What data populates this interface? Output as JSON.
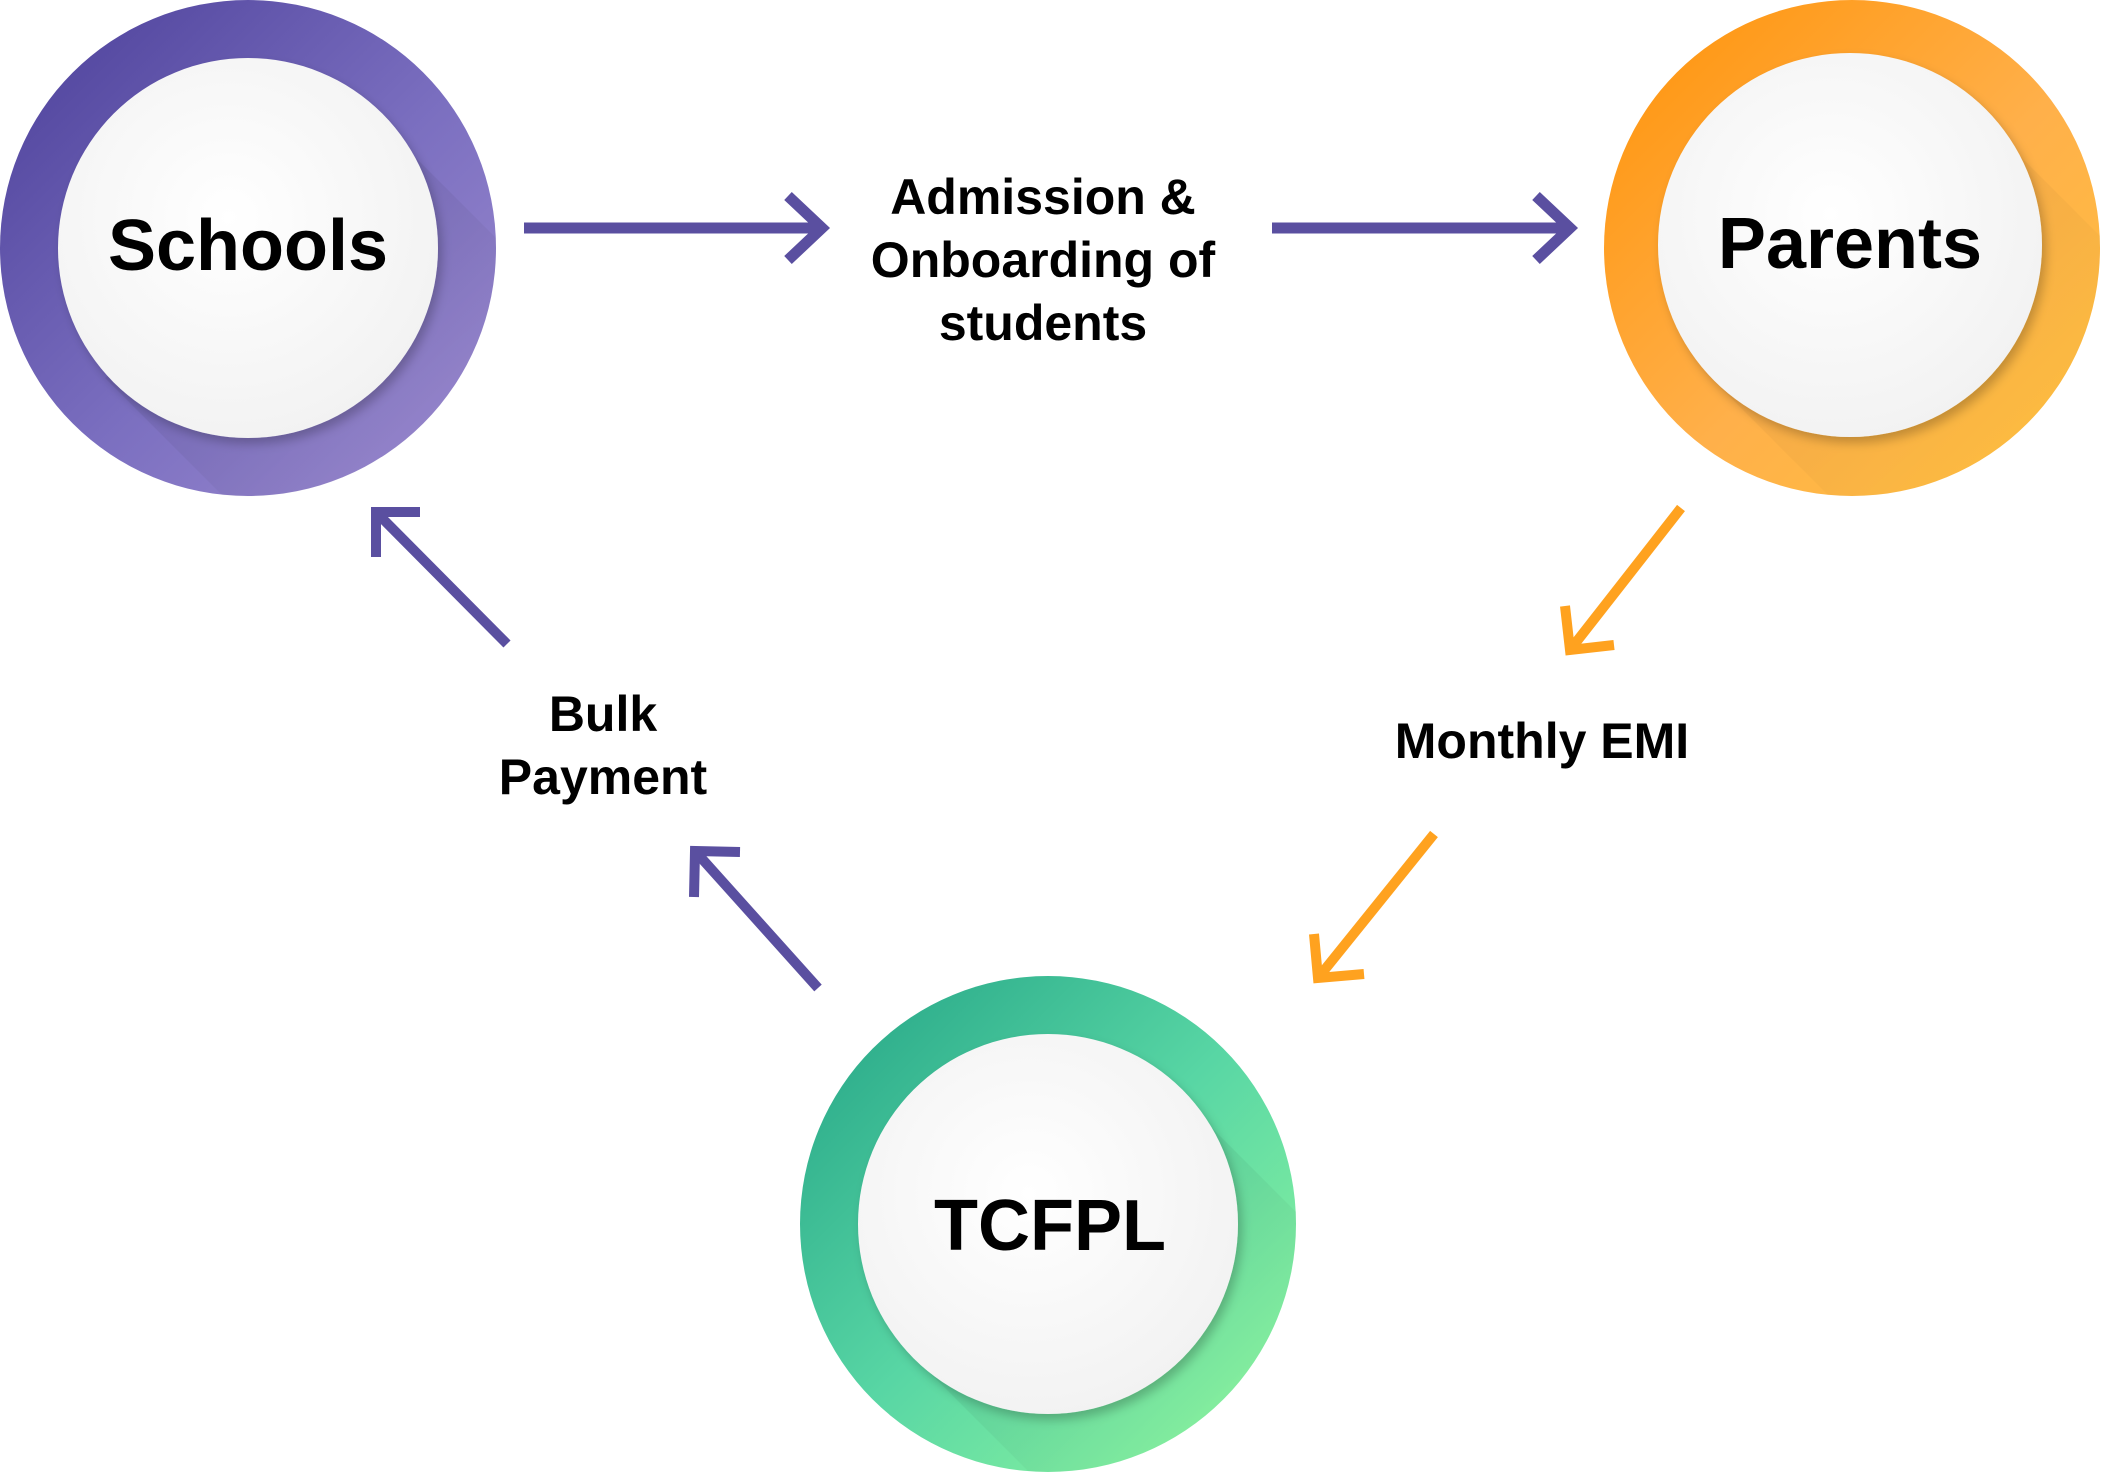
{
  "colors": {
    "purple": "#5a4fa0",
    "orange": "#ffa21f",
    "green": "#3cbf92",
    "text": "#000000",
    "inner_circle": "#fafafa"
  },
  "nodes": {
    "schools": {
      "label": "Schools"
    },
    "parents": {
      "label": "Parents"
    },
    "tcfpl": {
      "label": "TCFPL"
    }
  },
  "edges": {
    "admission": {
      "line1": "Admission &",
      "line2": "Onboarding of",
      "line3": "students"
    },
    "monthly_emi": {
      "label": "Monthly EMI"
    },
    "bulk_payment": {
      "line1": "Bulk",
      "line2": "Payment"
    }
  }
}
